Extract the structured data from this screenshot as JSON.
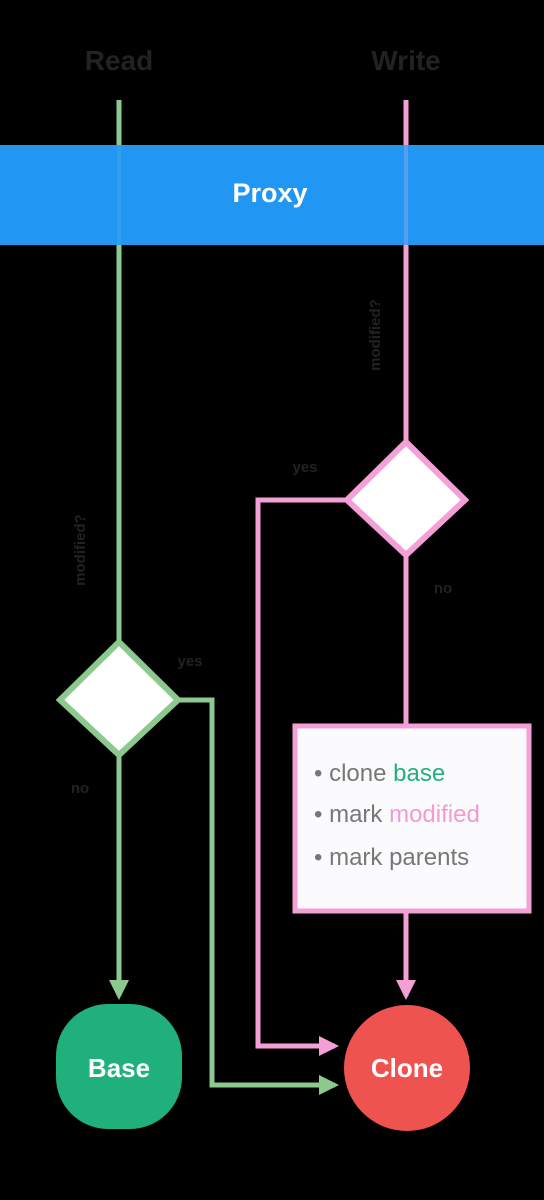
{
  "lanes": {
    "read_title": "Read",
    "write_title": "Write"
  },
  "proxy": {
    "label": "Proxy"
  },
  "read_path": {
    "condition_label": "modified?",
    "yes_label": "yes",
    "no_label": "no"
  },
  "write_path": {
    "condition_label": "modified?",
    "yes_label": "yes",
    "no_label": "no"
  },
  "clone_steps": [
    {
      "prefix": "• clone ",
      "highlight": "base",
      "highlight_color": "#22b07d"
    },
    {
      "prefix": "• mark ",
      "highlight": "modified",
      "highlight_color": "#f29ad1"
    },
    {
      "prefix": "• mark parents",
      "highlight": "",
      "highlight_color": "#777777"
    }
  ],
  "nodes": {
    "base_label": "Base",
    "clone_label": "Clone"
  },
  "colors": {
    "background": "#000000",
    "proxy_band": "#2196f3",
    "read_line": "#8cc98e",
    "write_line": "#f4a0d6",
    "base_node": "#1fb07c",
    "clone_node": "#ef5350",
    "note_box_border": "#f4a0d6",
    "note_box_fill": "#fbfbfd"
  }
}
